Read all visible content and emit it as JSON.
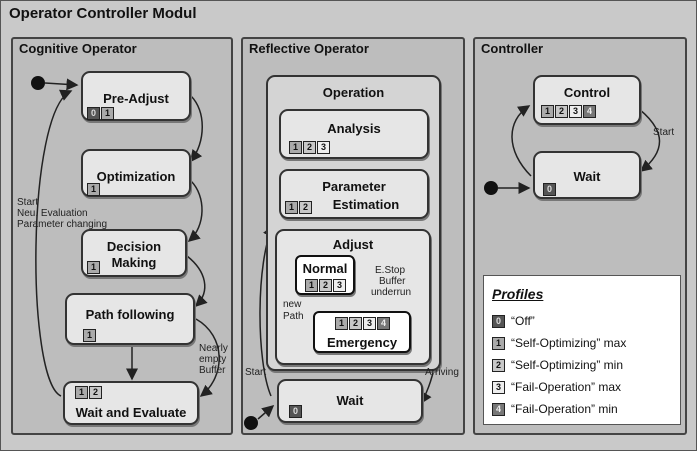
{
  "title": "Operator Controller Modul",
  "panels": {
    "cognitive": "Cognitive Operator",
    "reflective": "Reflective Operator",
    "controller": "Controller"
  },
  "cognitive": {
    "pre_adjust": "Pre-Adjust",
    "optimization": "Optimization",
    "decision": "Decision",
    "making": "Making",
    "path_following": "Path following",
    "wait_and_evaluate": "Wait and Evaluate",
    "start_note_1": "Start",
    "start_note_2": "Neu. Evaluation",
    "start_note_3": "Parameter changing",
    "nearly_1": "Nearly",
    "nearly_2": "empty",
    "nearly_3": "Buffer"
  },
  "reflective": {
    "operation": "Operation",
    "analysis": "Analysis",
    "parameter": "Parameter",
    "estimation": "Estimation",
    "adjust": "Adjust",
    "normal": "Normal",
    "emergency": "Emergency",
    "estop_1": "E.Stop",
    "estop_2": "Buffer",
    "estop_3": "underrun",
    "newpath_1": "new",
    "newpath_2": "Path",
    "wait": "Wait",
    "start": "Start",
    "arriving": "Arriving"
  },
  "controller": {
    "control": "Control",
    "wait": "Wait",
    "start": "Start"
  },
  "profile_ids": {
    "pre_adjust": [
      "0",
      "1"
    ],
    "optimization": [
      "1"
    ],
    "decision": [
      "1"
    ],
    "path_following": [
      "1"
    ],
    "wait_eval": [
      "1",
      "2"
    ],
    "analysis": [
      "1",
      "2",
      "3"
    ],
    "param": [
      "1",
      "2"
    ],
    "normal": [
      "1",
      "2",
      "3"
    ],
    "emergency": [
      "1",
      "2",
      "3",
      "4"
    ],
    "reflective_wait": [
      "0"
    ],
    "control": [
      "1",
      "2",
      "3",
      "4"
    ],
    "controller_wait": [
      "0"
    ]
  },
  "legend": {
    "title": "Profiles",
    "items": [
      {
        "id": "0",
        "label": "“Off”"
      },
      {
        "id": "1",
        "label": "“Self-Optimizing” max"
      },
      {
        "id": "2",
        "label": "“Self-Optimizing” min"
      },
      {
        "id": "3",
        "label": "“Fail-Operation” max"
      },
      {
        "id": "4",
        "label": "“Fail-Operation” min"
      }
    ]
  }
}
